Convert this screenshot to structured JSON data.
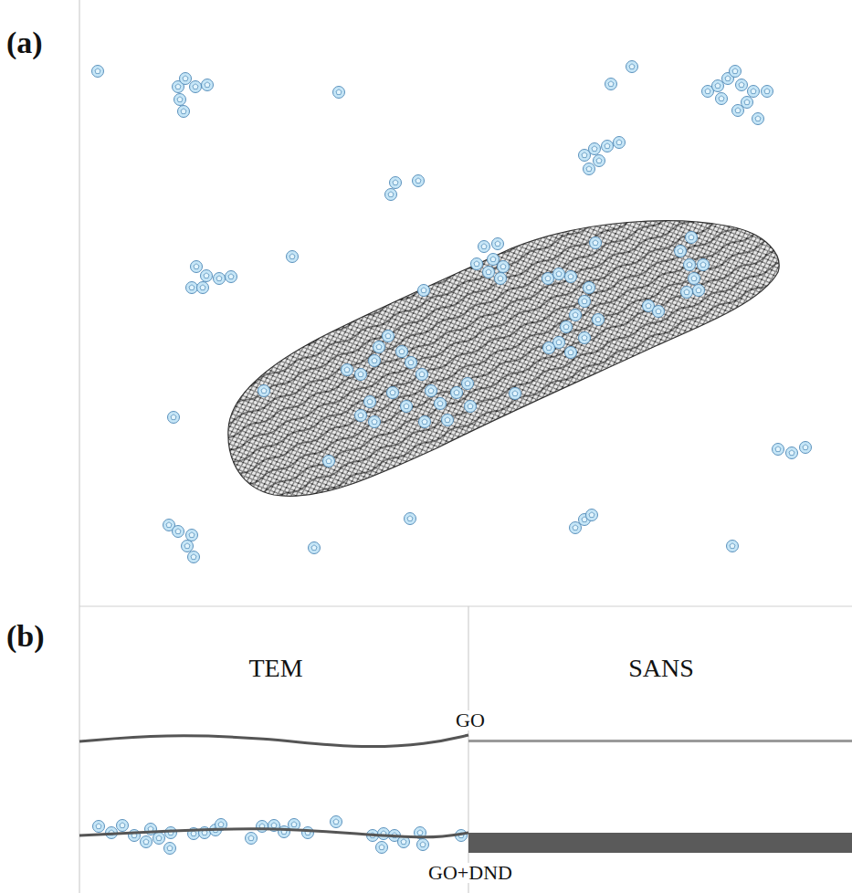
{
  "diagram": {
    "labels": [
      "(a)",
      "(b)",
      "TEM",
      "SANS",
      "GO",
      "GO+DND"
    ]
  }
}
